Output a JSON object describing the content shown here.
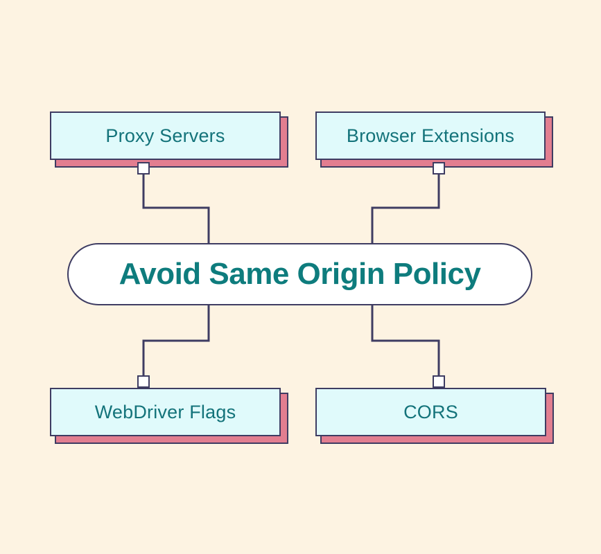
{
  "diagram": {
    "center": {
      "label": "Avoid Same Origin Policy"
    },
    "nodes": [
      {
        "id": "proxy-servers",
        "label": "Proxy Servers",
        "position": "top-left"
      },
      {
        "id": "browser-extensions",
        "label": "Browser Extensions",
        "position": "top-right"
      },
      {
        "id": "webdriver-flags",
        "label": "WebDriver Flags",
        "position": "bottom-left"
      },
      {
        "id": "cors",
        "label": "CORS",
        "position": "bottom-right"
      }
    ],
    "colors": {
      "background": "#fdf3e2",
      "node_fill": "#e0fafb",
      "border": "#3e3c62",
      "shadow_pink": "#e27e90",
      "center_fill": "#ffffff",
      "text_teal": "#0e7c7d",
      "node_text": "#13737a",
      "connector": "#3e3c62"
    }
  }
}
